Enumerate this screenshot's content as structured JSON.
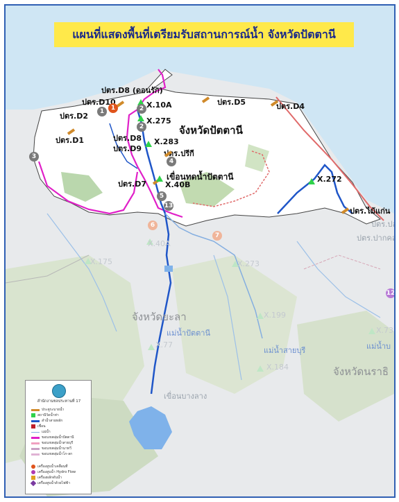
{
  "title": "แผนที่แสดงพื้นที่เตรียมรับสถานการณ์น้ำ จังหวัดปัตตานี",
  "provinces": {
    "pattani": "จังหวัดปัตตานี",
    "yala": "จังหวัดยะลา",
    "narathiwat": "จังหวัดนราธิ"
  },
  "rivers": {
    "pattani": "แม่น้ำปัตตานี",
    "saiburi": "แม่น้ำสายบุรี",
    "bang": "แม่น้ำบ"
  },
  "dam": "เขื่อนบางลาง",
  "weir": "เขื่อนทดน้ำปัตตานี",
  "gates": {
    "d8": "ปตร.D8 (ดอนรัก)",
    "d10": "ปตร.D10",
    "d2": "ปตร.D2",
    "d1": "ปตร.D1",
    "d8b": "ปตร.D8",
    "d9": "ปตร.D9",
    "d5": "ปตร.D5",
    "d4": "ปตร.D4",
    "preki": "ปตร.ปรีกี",
    "d7": "ปตร.D7",
    "mai_kaen": "ปตร.ไม้แก่น",
    "pla": "ปตร.ปลา",
    "pak_khlong": "ปตร.ปากคลอ"
  },
  "stations": {
    "x10a": "X.10A",
    "x275": "X.275",
    "x283": "X.283",
    "x40b": "X.40B",
    "x272": "X.272",
    "x40a": "X.40A",
    "x175": "X.175",
    "x273": "X.273",
    "x199": "X.199",
    "x73": "X.73",
    "x77": "X.77",
    "x184": "X.184"
  },
  "markers": [
    "1",
    "2",
    "2",
    "3",
    "4",
    "5",
    "13",
    "6",
    "7",
    "12"
  ],
  "legend": {
    "org": "สำนักงานชลประทานที่ 17",
    "items": [
      "ประตูระบายน้ำ",
      "สถานีวัดน้ำท่า",
      "ลำน้ำสายหลัก",
      "เขื่อน",
      "แม่น้ำ",
      "ขอบเขตลุ่มน้ำปัตตานี",
      "ขอบเขตลุ่มน้ำสายบุรี",
      "ขอบเขตลุ่มน้ำนาทวี",
      "ขอบเขตลุ่มน้ำโก-ลก",
      "เครื่องสูบน้ำเคลื่อนที่",
      "เครื่องสูบน้ำ Hydro Flow",
      "เครื่องผลักดันน้ำ",
      "เครื่องสูบน้ำด้วยไฟฟ้า"
    ]
  },
  "colors": {
    "sea": "#cfe6f4",
    "pattani_fill": "#ffffff",
    "basin_magenta": "#e020c8",
    "river_blue": "#1f56c8",
    "station_green": "#2fd24a",
    "title_bg": "#ffe94a",
    "province_border": "#e06a6a"
  }
}
